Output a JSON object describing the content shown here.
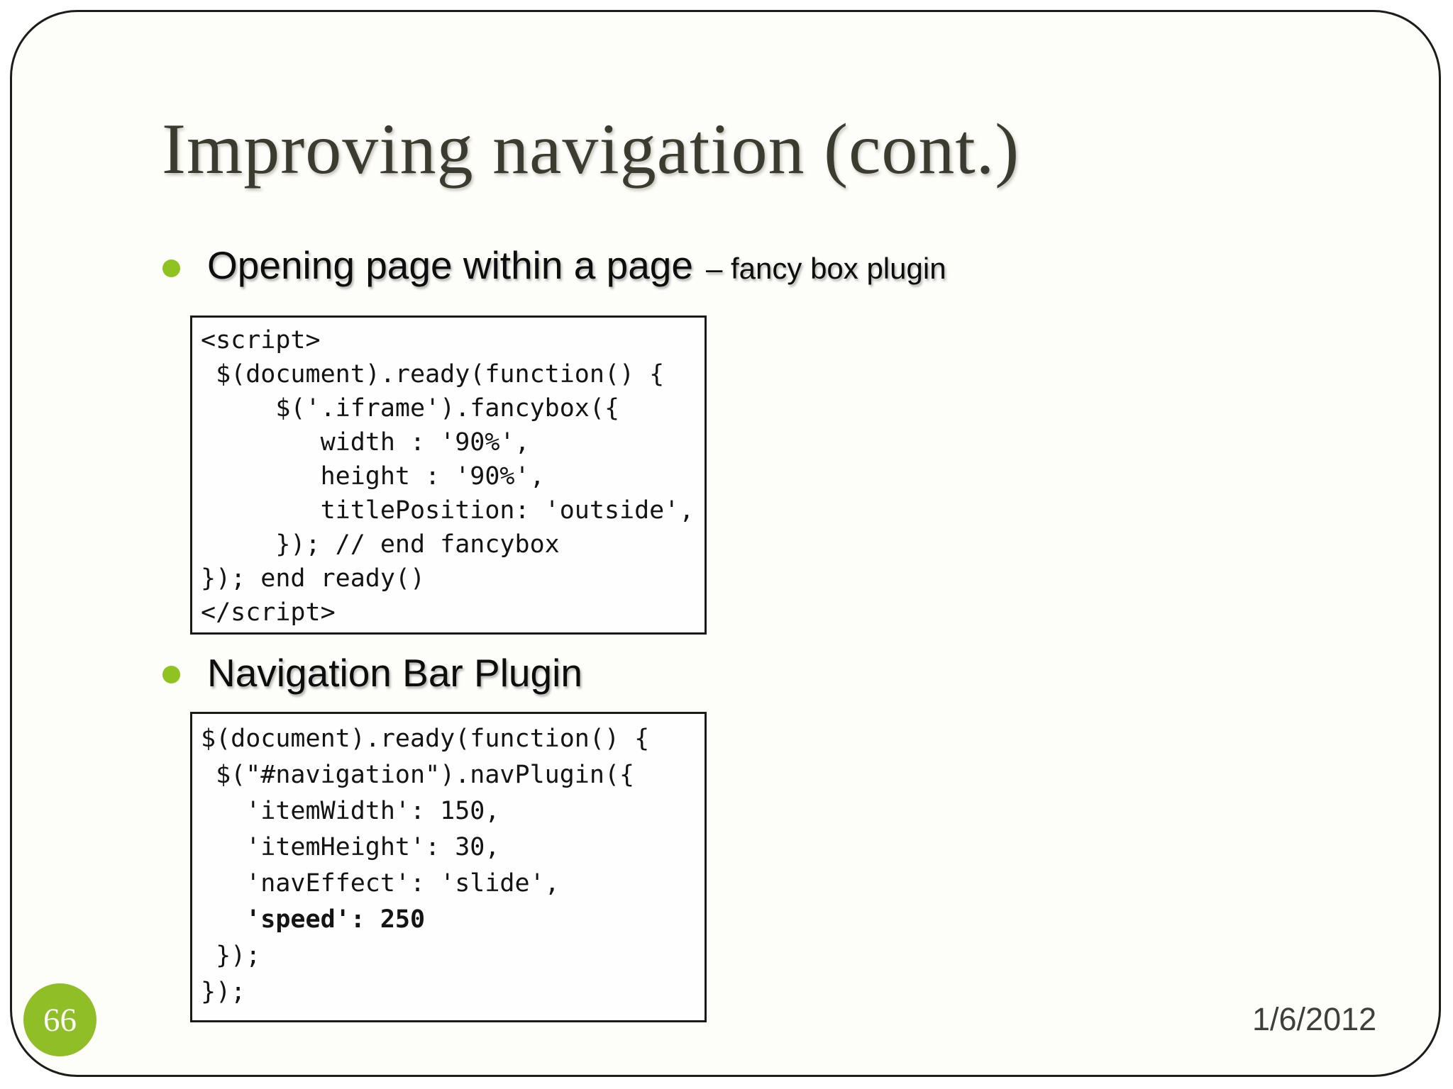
{
  "slide": {
    "title": "Improving navigation (cont.)",
    "background_color": "#fdfdfa",
    "border_color": "#1c1c1c",
    "accent_green": "#8fbe27",
    "title_color": "#3c3b30"
  },
  "bullets": [
    {
      "text": "Opening page within a page",
      "suffix": "– fancy box plugin"
    },
    {
      "text": "Navigation Bar Plugin",
      "suffix": ""
    }
  ],
  "code_blocks": [
    {
      "lines": [
        "<script>",
        " $(document).ready(function() {",
        "     $('.iframe').fancybox({",
        "        width : '90%',",
        "        height : '90%',",
        "        titlePosition: 'outside',",
        "     }); // end fancybox",
        "}); end ready()",
        "</script>"
      ]
    },
    {
      "lines": [
        "$(document).ready(function() {",
        " $(\"#navigation\").navPlugin({",
        "   'itemWidth': 150,",
        "   'itemHeight': 30,",
        "   'navEffect': 'slide',",
        "   'speed': 250",
        " });",
        "});"
      ]
    }
  ],
  "footer": {
    "page_number": "66",
    "date": "1/6/2012"
  }
}
